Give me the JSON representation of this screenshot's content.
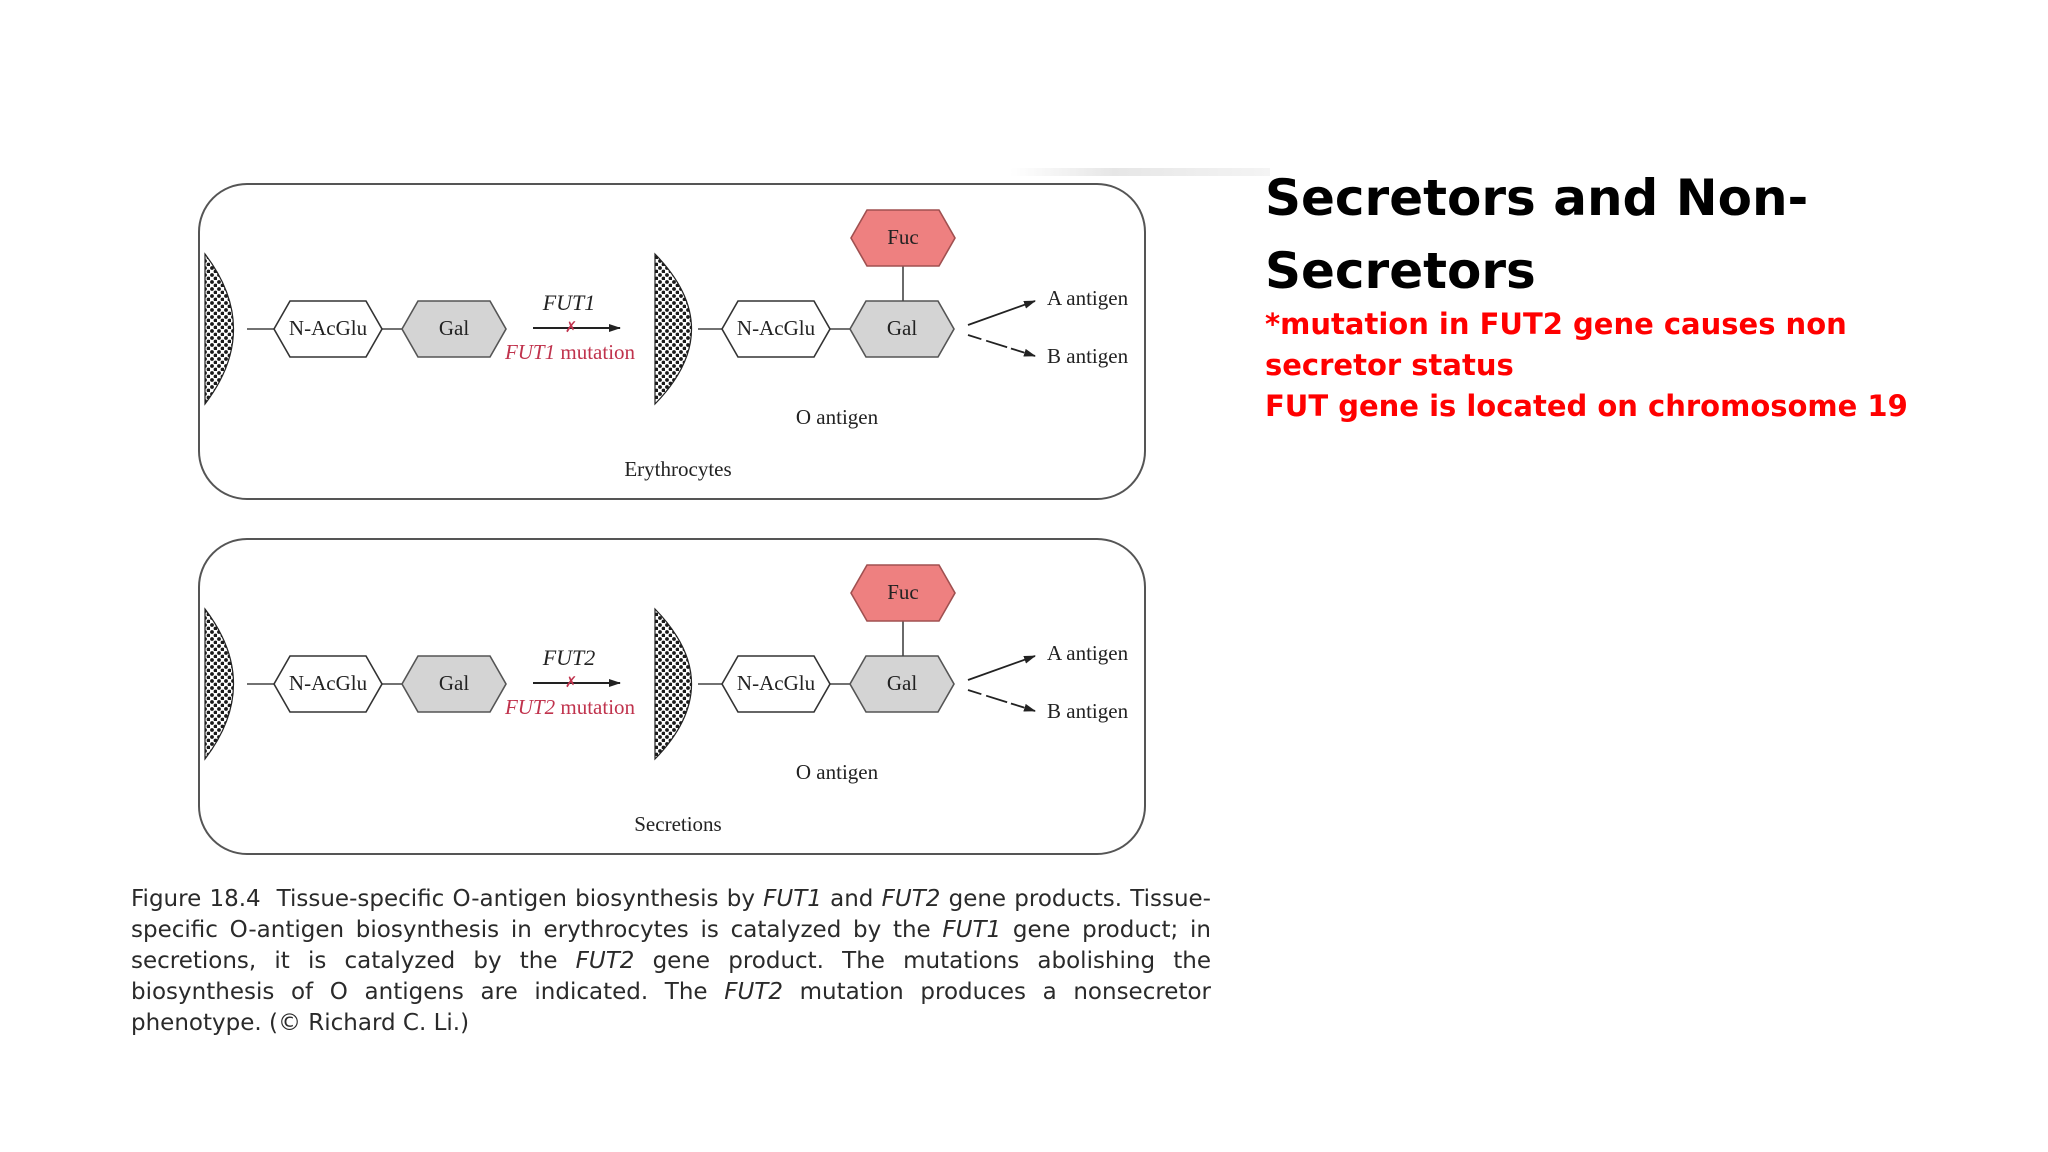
{
  "slide": {
    "title": "Secretors and Non-Secretors",
    "notes": [
      "*mutation in FUT2 gene causes non secretor status",
      "FUT gene is located on chromosome 19"
    ]
  },
  "panels": [
    {
      "id": "erythrocytes",
      "sugar1": "N-AcGlu",
      "sugar2": "Gal",
      "enzyme": "FUT1",
      "mutation": "FUT1 mutation",
      "sugar3": "N-AcGlu",
      "sugar4": "Gal",
      "fuc": "Fuc",
      "antigen_a": "A antigen",
      "antigen_b": "B antigen",
      "product": "O antigen",
      "tissue": "Erythrocytes"
    },
    {
      "id": "secretions",
      "sugar1": "N-AcGlu",
      "sugar2": "Gal",
      "enzyme": "FUT2",
      "mutation": "FUT2 mutation",
      "sugar3": "N-AcGlu",
      "sugar4": "Gal",
      "fuc": "Fuc",
      "antigen_a": "A antigen",
      "antigen_b": "B antigen",
      "product": "O antigen",
      "tissue": "Secretions"
    }
  ],
  "caption": {
    "figure_label": "Figure 18.4",
    "t1": "Tissue-specific O-antigen biosynthesis by ",
    "g1": "FUT1",
    "t2": " and ",
    "g2": "FUT2",
    "t3": " gene products. Tissue-specific O-antigen biosynthesis in erythrocytes is catalyzed by the ",
    "g3": "FUT1",
    "t4": " gene product; in secretions, it is catalyzed by the ",
    "g4": "FUT2",
    "t5": " gene product. The mutations abolishing the biosynthesis of O antigens are indicated. The ",
    "g5": "FUT2",
    "t6": " mutation produces a nonsecretor phenotype. (© Richard C. Li.)"
  },
  "colors": {
    "fuc_fill": "#ee8080",
    "gal_fill": "#d4d4d4",
    "mutation_text": "#c0334d",
    "note_text": "#ff0000"
  }
}
